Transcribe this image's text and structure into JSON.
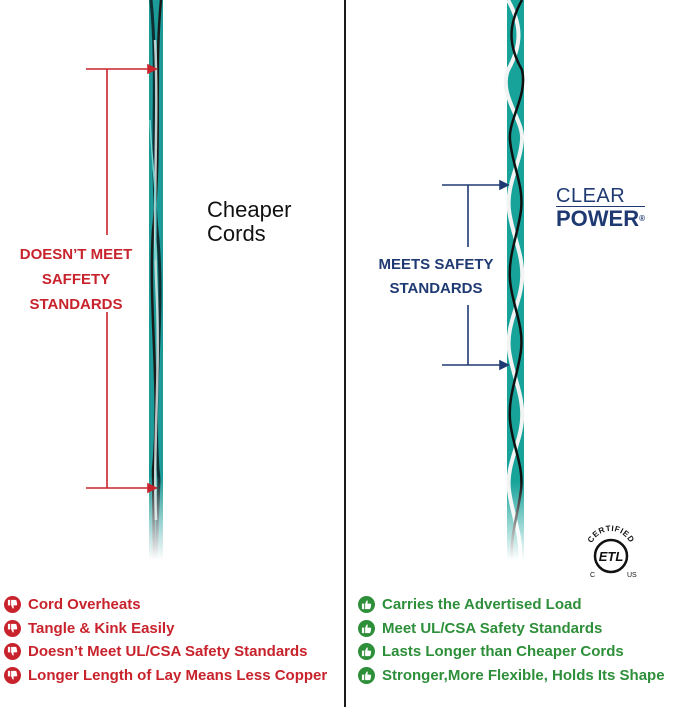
{
  "left_panel": {
    "title_lines": [
      "Cheaper",
      "Cords"
    ],
    "callout_lines": [
      "DOESN’T MEET",
      "SAFFETY",
      "STANDARDS"
    ],
    "issues": [
      "Cord Overheats",
      "Tangle & Kink Easily",
      "Doesn’t Meet UL/CSA Safety Standards",
      "Longer Length of Lay Means Less Copper"
    ],
    "icon": "thumbs-down-icon",
    "accent_color": "#c8232c"
  },
  "right_panel": {
    "brand": {
      "top": "CLEAR",
      "bottom": "POWER",
      "mark": "®"
    },
    "callout_lines": [
      "MEETS SAFETY",
      "STANDARDS"
    ],
    "benefits": [
      "Carries the Advertised Load",
      "Meet UL/CSA Safety Standards",
      "Lasts Longer than Cheaper Cords",
      "Stronger,More Flexible, Holds Its Shape"
    ],
    "icon": "thumbs-up-icon",
    "accent_color": "#2e8f3a",
    "label_color": "#1f3a73",
    "certification": {
      "top": "CERTIFIED",
      "mark": "ETL",
      "left": "C",
      "right": "US"
    }
  }
}
